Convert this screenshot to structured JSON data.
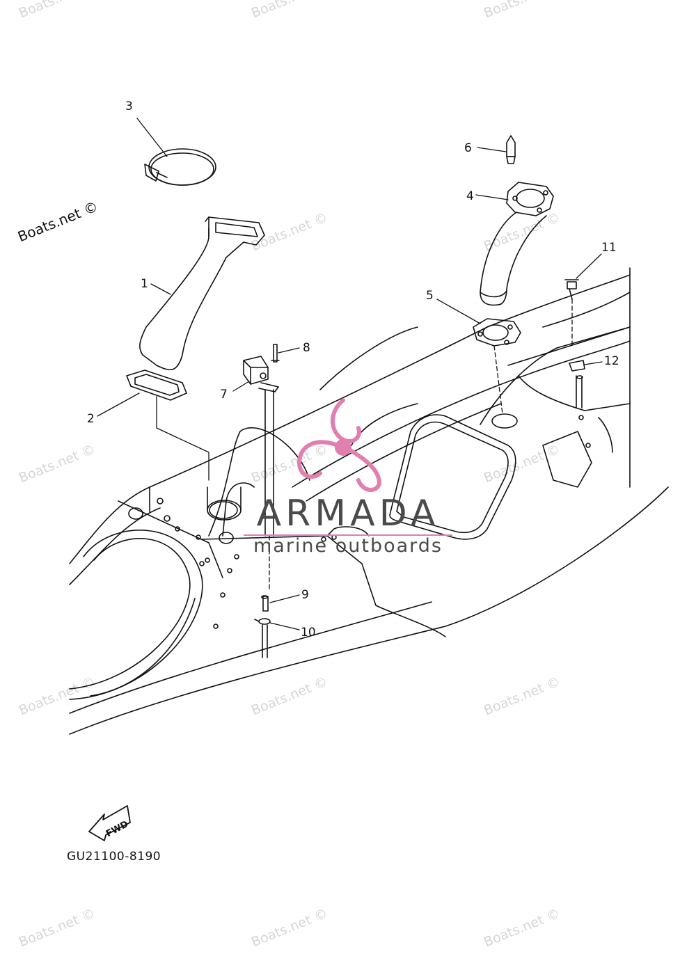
{
  "watermark_main": "Boats.net ©",
  "watermarks": [
    "Boats.net ©",
    "Boats.net ©",
    "Boats.net ©",
    "Boats.net ©",
    "Boats.net ©",
    "Boats.net ©",
    "Boats.net ©",
    "Boats.net ©",
    "Boats.net ©",
    "Boats.net ©",
    "Boats.net ©",
    "Boats.net ©",
    "Boats.net ©"
  ],
  "callouts": [
    "1",
    "2",
    "3",
    "4",
    "5",
    "6",
    "7",
    "8",
    "9",
    "10",
    "11",
    "12"
  ],
  "brand": {
    "name": "ARMADA",
    "subtitle": "marine outboards"
  },
  "fwd_label": "FWD",
  "diagram_code": "GU21100-8190",
  "colors": {
    "line": "#111111",
    "watermark": "#d6d6d6",
    "logo_pink": "#e07fb0",
    "brand_text": "#4a4a4a"
  }
}
